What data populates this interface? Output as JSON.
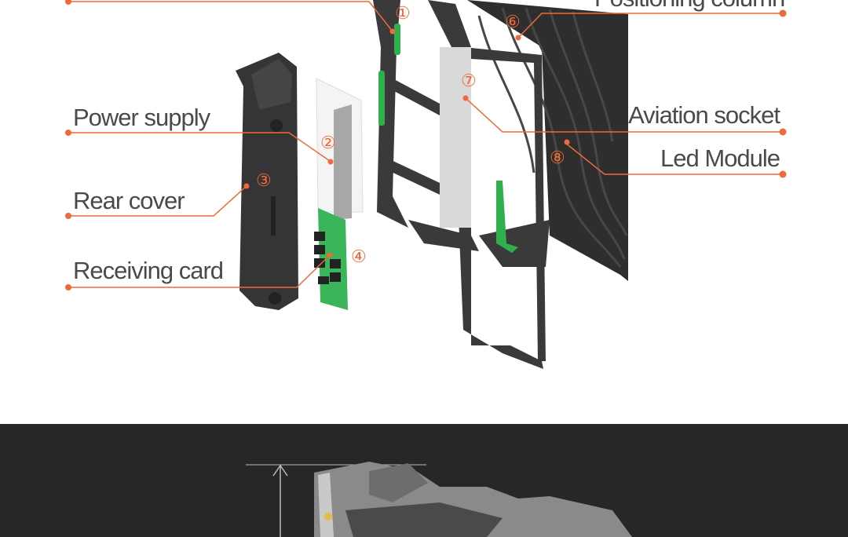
{
  "labels": {
    "positioning_column": "Positioning column",
    "power_supply": "Power supply",
    "aviation_socket": "Aviation socket",
    "rear_cover": "Rear cover",
    "led_module": "Led Module",
    "receiving_card": "Receiving card"
  },
  "numbers": [
    "①",
    "②",
    "③",
    "④",
    "⑥",
    "⑦",
    "⑧"
  ],
  "colors": {
    "accent": "#ee6a3a",
    "text": "#4a4a4a",
    "dark_panel": "#262727",
    "green": "#2fb04a"
  }
}
